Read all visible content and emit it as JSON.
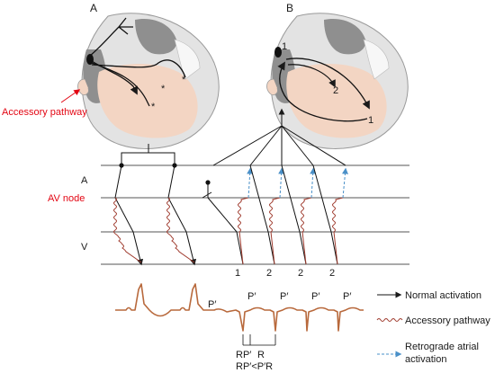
{
  "panels": {
    "a": "A",
    "b": "B"
  },
  "heart_labels": {
    "accessory_pathway": "Accessory pathway",
    "route_1_start": "1",
    "route_2": "2",
    "route_1_end": "1"
  },
  "ladder": {
    "row_a": "A",
    "row_av": "AV node",
    "row_v": "V",
    "beat_numbers": [
      "1",
      "2",
      "2",
      "2"
    ]
  },
  "ecg": {
    "p_prime_labels": [
      "P′",
      "P′",
      "P′",
      "P′",
      "P′"
    ],
    "rp_label": "RP′",
    "r_label": "R",
    "relation": "RP′<P′R"
  },
  "legend": {
    "normal": "Normal activation",
    "accessory": "Accessory pathway",
    "retrograde_line1": "Retrograde atrial",
    "retrograde_line2": "activation"
  },
  "colors": {
    "heart_outer": "#e3e3e3",
    "heart_stroke": "#9a9a9a",
    "atrium_gray": "#8f8f8f",
    "ventricle_pink": "#f3d5c3",
    "accessory_red": "#e30613",
    "wavy": "#a03c2f",
    "ecg": "#b8693c",
    "retro_blue": "#4a90c8",
    "line_gray": "#555555"
  }
}
